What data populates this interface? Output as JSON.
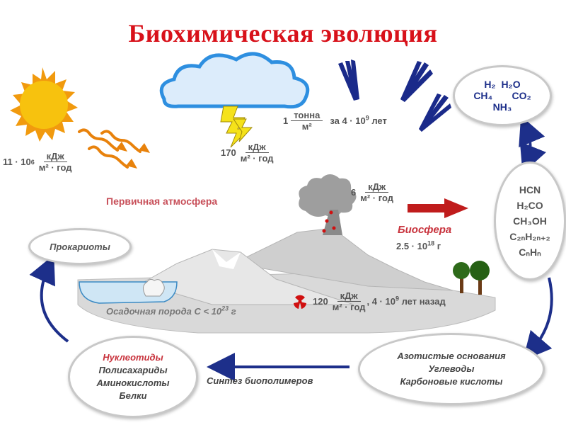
{
  "title": "Биохимическая эволюция",
  "sun_rate": {
    "coef": "11 · 10",
    "exp": "6",
    "num": "кДж",
    "den": "м² · год"
  },
  "lightning_rate": {
    "coef": "170",
    "num": "кДж",
    "den": "м² · год"
  },
  "meteor_rate": {
    "coef": "1",
    "num": "тонна",
    "den": "м²",
    "period_pre": "за 4 · 10",
    "period_exp": "9",
    "period_post": " лет"
  },
  "volcano_rate": {
    "coef": "6",
    "num": "кДж",
    "den": "м² · год"
  },
  "radio_rate": {
    "coef": "120",
    "num": "кДж",
    "den": "м² · год",
    "period_pre": ", 4 · 10",
    "period_exp": "9",
    "period_post": " лет назад"
  },
  "primary_atmosphere": "Первичная атмосфера",
  "biosphere": {
    "label": "Биосфера",
    "mass_pre": "2.5 · 10",
    "mass_exp": "18",
    "mass_post": " г"
  },
  "sediment": {
    "label_pre": "Осадочная порода C < 10",
    "label_exp": "23",
    "label_post": " г"
  },
  "gases": {
    "h2": "H₂",
    "h2o": "H₂O",
    "ch4": "CH₄",
    "co2": "CO₂",
    "nh3": "NH₃"
  },
  "organics": [
    "HCN",
    "H₂CO",
    "CH₃OH",
    "C₂ₙH₂ₙ₊₂",
    "CₙHₙ"
  ],
  "prokaryotes": "Прокариоты",
  "monomers": [
    "Азотистые основания",
    "Углеводы",
    "Карбоновые кислоты"
  ],
  "polymers": {
    "first": "Нуклеотиды",
    "rest": [
      "Полисахариды",
      "Аминокислоты",
      "Белки"
    ]
  },
  "synthesis": "Синтез биополимеров",
  "colors": {
    "title": "#d8111a",
    "sun": "#f7c20e",
    "sun_rays": "#e8820c",
    "cloud": "#2e8fe0",
    "meteor": "#1a2a8a",
    "arrow_red": "#c01c1c",
    "arrow_blue": "#1d2f8a",
    "mountain": "#d9d9d9"
  }
}
